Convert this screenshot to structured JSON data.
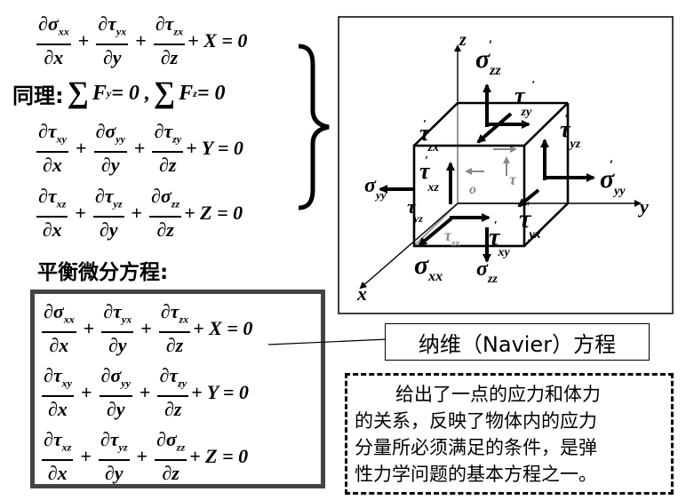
{
  "top_equations": {
    "eq1": {
      "t1": {
        "num": "∂σ",
        "num_sub": "xx",
        "den": "∂x"
      },
      "t2": {
        "num": "∂τ",
        "num_sub": "yx",
        "den": "∂y"
      },
      "t3": {
        "num": "∂τ",
        "num_sub": "zx",
        "den": "∂z"
      },
      "rhs": "+ X = 0"
    },
    "same_prefix": "同理:",
    "same_body": "F",
    "same_sub1": "y",
    "same_eq1": " = 0 ,",
    "same_sub2": "z",
    "same_eq2": " = 0",
    "eq2": {
      "t1": {
        "num": "∂τ",
        "num_sub": "xy",
        "den": "∂x"
      },
      "t2": {
        "num": "∂σ",
        "num_sub": "yy",
        "den": "∂y"
      },
      "t3": {
        "num": "∂τ",
        "num_sub": "zy",
        "den": "∂z"
      },
      "rhs": "+ Y = 0"
    },
    "eq3": {
      "t1": {
        "num": "∂τ",
        "num_sub": "xz",
        "den": "∂x"
      },
      "t2": {
        "num": "∂τ",
        "num_sub": "yz",
        "den": "∂y"
      },
      "t3": {
        "num": "∂σ",
        "num_sub": "zz",
        "den": "∂z"
      },
      "rhs": "+ Z = 0"
    }
  },
  "section_title": "平衡微分方程:",
  "navier_label": "纳维（Navier）方程",
  "description": [
    "给出了一点的应力和体力",
    "的关系，反映了物体内的应力",
    "分量所必须满足的条件，是弹",
    "性力学问题的基本方程之一。"
  ],
  "cube": {
    "axis_x": "x",
    "axis_y": "y",
    "axis_z": "z",
    "origin": "o",
    "labels": {
      "s_zz_top": "σ",
      "s_zz_top_sub": "zz",
      "s_zz_top_prime": "′",
      "t_zy_top": "τ",
      "t_zy_top_sub": "zy",
      "t_zy_top_prime": "′",
      "t_zx_top": "τ",
      "t_zx_top_sub": "zx",
      "t_zx_top_prime": "′",
      "t_yz_right": "τ",
      "t_yz_right_sub": "yz",
      "t_yz_right_prime": "′",
      "s_yy_right": "σ",
      "s_yy_right_sub": "yy",
      "s_yy_right_prime": "′",
      "t_xz_front": "τ",
      "t_xz_front_sub": "xz",
      "t_xz_front_prime": "′",
      "s_yy_left": "σ",
      "s_yy_left_sub": "yy",
      "t_yz_left": "τ",
      "t_yz_left_sub": "yz",
      "t_yx_right": "τ",
      "t_yx_right_sub": "yx",
      "t_yx_right_prime": "′",
      "t_xy_front": "τ",
      "t_xy_front_sub": "xy",
      "t_xy_front_prime": "′",
      "t_zx_back": "τ",
      "t_zx_back_sub": "zx",
      "s_xx_front": "σ",
      "s_xx_front_sub": "xx",
      "s_zz_bottom": "σ",
      "s_zz_bottom_sub": "zz",
      "inner_tau": "τ"
    }
  }
}
